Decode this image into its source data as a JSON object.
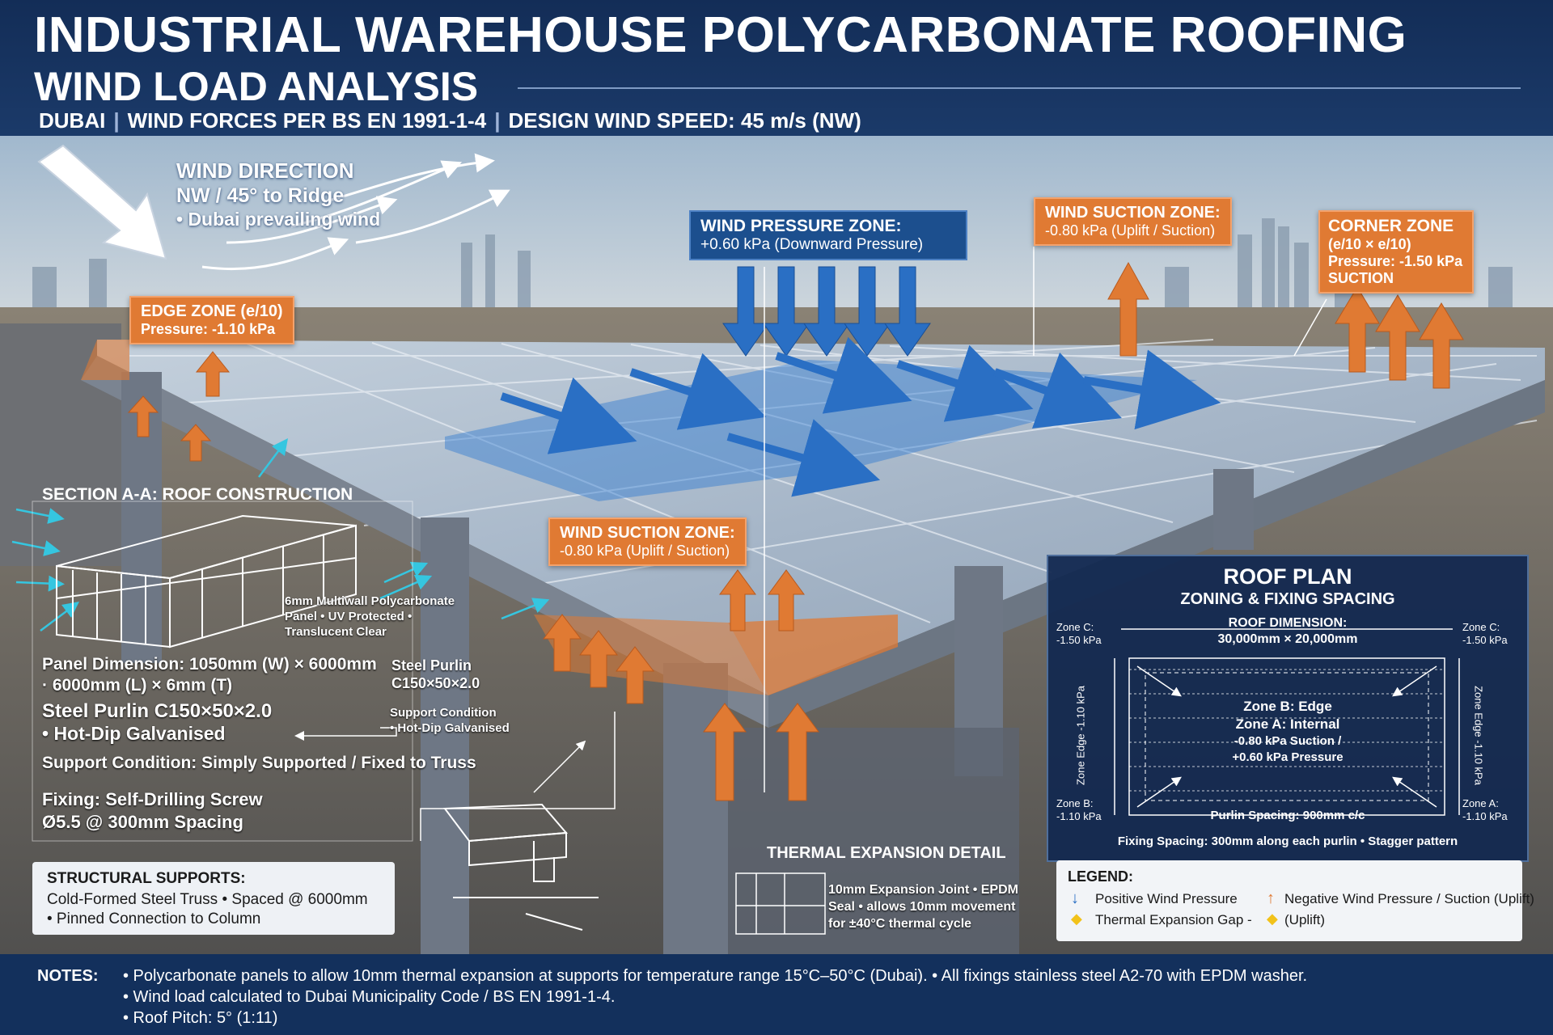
{
  "header": {
    "title_line1": "INDUSTRIAL WAREHOUSE POLYCARBONATE ROOFING",
    "title_line2": "WIND LOAD ANALYSIS",
    "subtitle_location": "DUBAI",
    "subtitle_code": "WIND FORCES PER BS EN 1991-1-4",
    "subtitle_speed": "DESIGN WIND SPEED: 45 m/s (NW)"
  },
  "wind_direction": {
    "title": "WIND DIRECTION",
    "angle": "NW / 45° to Ridge",
    "note": "• Dubai prevailing wind"
  },
  "zones": {
    "edge": {
      "title": "EDGE ZONE (e/10)",
      "value": "Pressure: -1.10 kPa"
    },
    "pressure": {
      "title": "WIND PRESSURE ZONE:",
      "value": "+0.60 kPa (Downward Pressure)"
    },
    "suction_top": {
      "title": "WIND SUCTION ZONE:",
      "value": "-0.80 kPa (Uplift / Suction)"
    },
    "corner": {
      "title": "CORNER ZONE",
      "line2": "(e/10 × e/10)",
      "line3": "Pressure: -1.50 kPa",
      "line4": "SUCTION"
    },
    "suction_mid": {
      "title": "WIND SUCTION ZONE:",
      "value": "-0.80 kPa (Uplift / Suction)"
    }
  },
  "section": {
    "title": "SECTION A-A: ROOF CONSTRUCTION",
    "panel_callout": [
      "6mm Multiwall Polycarbonate",
      "Panel • UV Protected •",
      "Translucent Clear"
    ],
    "panel_dimension_1": "Panel Dimension: 1050mm (W) × 6000mm",
    "panel_dimension_2": "· 6000mm (L) × 6mm (T)",
    "purlin_callout": [
      "Steel Purlin",
      "C150×50×2.0"
    ],
    "purlin": "Steel Purlin C150×50×2.0",
    "galvanised": "• Hot-Dip Galvanised",
    "support_callout": [
      "Support Condition",
      "• Hot-Dip Galvanised"
    ],
    "support_condition": "Support Condition: Simply Supported / Fixed to Truss",
    "fixing_1": "Fixing: Self-Drilling Screw",
    "fixing_2": "Ø5.5 @ 300mm Spacing"
  },
  "structural_supports": {
    "title": "STRUCTURAL SUPPORTS:",
    "line1": "Cold-Formed Steel Truss • Spaced @ 6000mm",
    "line2": "• Pinned Connection to Column"
  },
  "thermal": {
    "title": "THERMAL EXPANSION DETAIL",
    "lines": [
      "10mm Expansion Joint • EPDM",
      "Seal • allows 10mm movement",
      "for ±40°C thermal cycle"
    ]
  },
  "roof_plan": {
    "title": "ROOF PLAN",
    "subtitle": "ZONING & FIXING SPACING",
    "dimension_label": "ROOF DIMENSION:",
    "dimension_value": "30,000mm × 20,000mm",
    "tl_label": "Zone C:",
    "tl_value": "-1.50 kPa",
    "tr_label": "Zone C:",
    "tr_value": "-1.50 kPa",
    "bl_label": "Zone B:",
    "bl_value": "-1.10 kPa",
    "br_label": "Zone A:",
    "br_value": "-1.10 kPa",
    "side_left": "Zone Edge -1.10 kPa",
    "side_right": "Zone Edge -1.10 kPa",
    "center_1": "Zone B: Edge",
    "center_2": "Zone A: Internal",
    "center_3": "-0.80 kPa Suction /",
    "center_4": "+0.60 kPa Pressure",
    "purlin_spacing": "Purlin Spacing: 900mm c/c",
    "fixing_spacing": "Fixing Spacing: 300mm along each purlin • Stagger pattern"
  },
  "legend": {
    "title": "LEGEND:",
    "positive": "Positive Wind Pressure",
    "negative": "Negative Wind Pressure / Suction (Uplift)",
    "gap": "Thermal Expansion Gap -",
    "uplift": "(Uplift)"
  },
  "notes": {
    "label": "NOTES:",
    "line1": "• Polycarbonate panels to allow 10mm thermal expansion at supports for temperature range 15°C–50°C (Dubai). • All fixings stainless steel A2-70 with  EPDM washer.",
    "line2": "• Wind load calculated to Dubai Municipality Code / BS EN 1991-1-4.",
    "line3": "• Roof Pitch: 5° (1:11)"
  },
  "colors": {
    "navy": "#13305c",
    "orange": "#e07a33",
    "blue_arrow": "#2a6fc4",
    "roof": "#aab8c8",
    "sky": "#c9d6e0"
  }
}
